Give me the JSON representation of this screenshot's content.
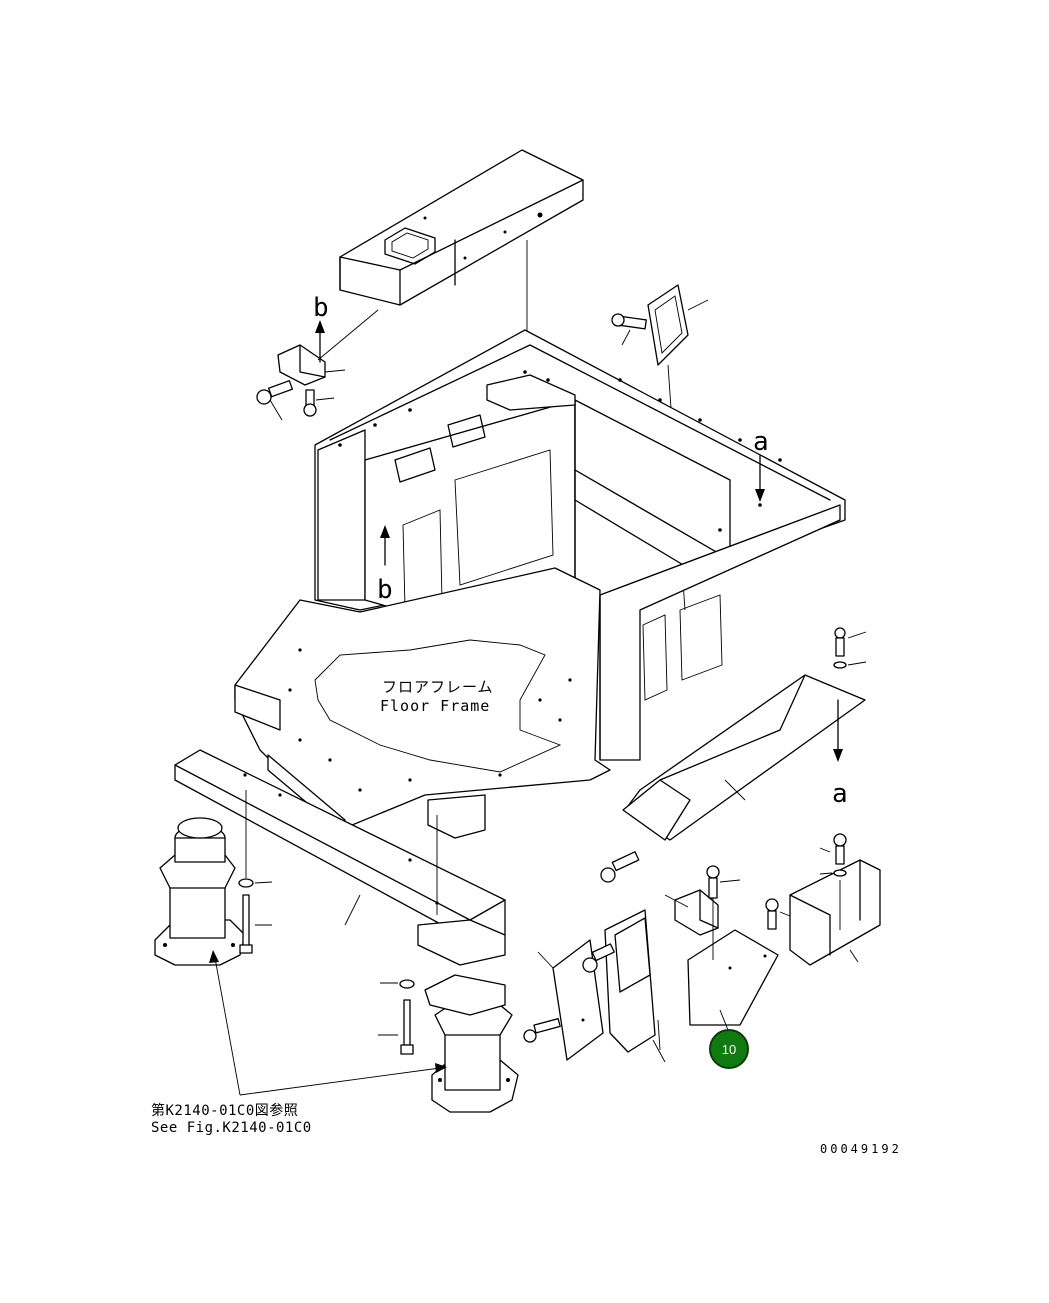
{
  "diagram": {
    "floor_label_jp": "フロアフレーム",
    "floor_label_en": "Floor Frame",
    "ref_label_jp": "第K2140-01C0図参照",
    "ref_label_en": "See Fig.K2140-01C0",
    "drawing_number": "00049192",
    "arrow_a": "a",
    "arrow_b": "b",
    "part_badge": {
      "label": "10",
      "color": "#107a10"
    }
  }
}
